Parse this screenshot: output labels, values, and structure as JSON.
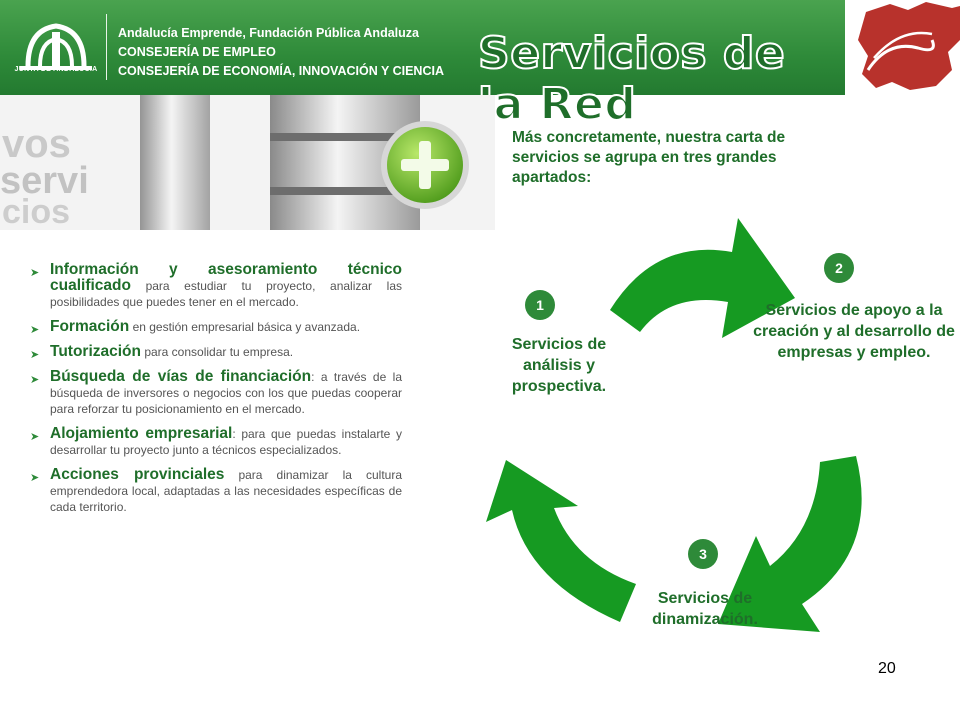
{
  "header": {
    "logo_text": "JUNTA DE ANDALUCIA",
    "org_lines": [
      "Andalucía Emprende, Fundación Pública Andaluza",
      "CONSEJERÍA DE EMPLEO",
      "CONSEJERÍA DE ECONOMÍA, INNOVACIÓN Y CIENCIA"
    ],
    "title": "Servicios de la Red"
  },
  "photo": {
    "words": [
      "vos",
      "servi",
      "cios"
    ]
  },
  "intro": "Más concretamente, nuestra carta de servicios se agrupa en tres grandes apartados:",
  "bullets": [
    {
      "lead": "Información y asesoramiento técnico cualificado",
      "rest": " para estudiar tu proyecto, analizar las posibilidades que puedes tener en el mercado."
    },
    {
      "lead": "Formación",
      "rest": " en gestión empresarial básica y avanzada."
    },
    {
      "lead": "Tutorización",
      "rest": " para consolidar tu empresa."
    },
    {
      "lead": "Búsqueda de vías de financiación",
      "rest": ": a través de la búsqueda de inversores o negocios con los que puedas cooperar para reforzar tu posicionamiento en el mercado."
    },
    {
      "lead": "Alojamiento empresarial",
      "rest": ": para que puedas instalarte y desarrollar tu proyecto junto a técnicos especializados."
    },
    {
      "lead": "Acciones provinciales",
      "rest": " para dinamizar la cultura emprendedora local, adaptadas a las necesidades específicas de cada territorio."
    }
  ],
  "cycle": {
    "steps": [
      {
        "number": "1",
        "label": "Servicios de análisis y prospectiva."
      },
      {
        "number": "2",
        "label": "Servicios de apoyo a la creación y al desarrollo de empresas y empleo."
      },
      {
        "number": "3",
        "label": "Servicios de dinamización."
      }
    ]
  },
  "page_number": "20",
  "colors": {
    "brand_green": "#2e8a39",
    "dark_green": "#1f6e2a",
    "arrow_green": "#169a22",
    "map_red": "#b8322c"
  },
  "icons": {
    "bullet": "arrowhead-bullet-icon",
    "photo_plus": "plus-icon"
  }
}
